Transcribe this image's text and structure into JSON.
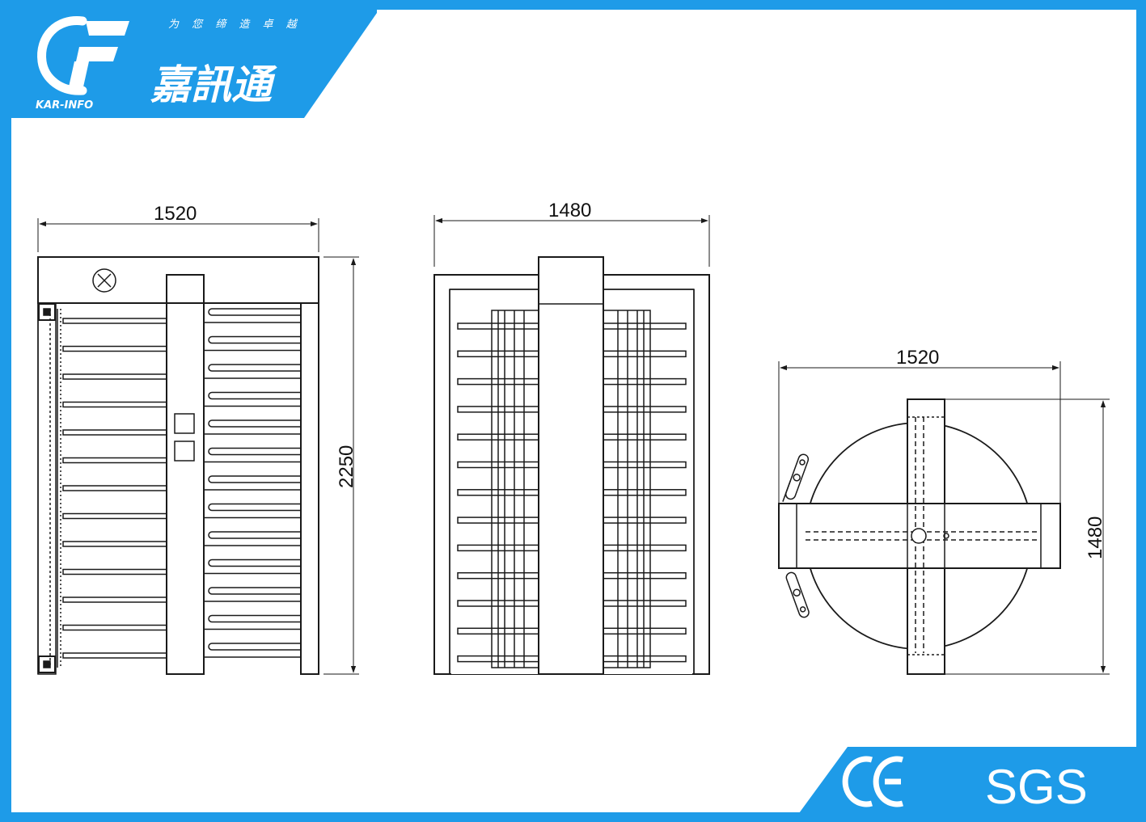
{
  "header": {
    "tagline": "为 您 缔 造 卓 越",
    "brand_cn": "嘉訊通",
    "brand_en": "KAR-INFO",
    "logo_icon": "cf-swirl-logo-icon"
  },
  "colors": {
    "brand_blue": "#1e9be8",
    "line": "#1a1a1a",
    "background": "#ffffff"
  },
  "views": {
    "front": {
      "width_dim": "1520",
      "height_dim": "2250"
    },
    "side": {
      "width_dim": "1480"
    },
    "top": {
      "width_dim": "1520",
      "depth_dim": "1480"
    }
  },
  "footer": {
    "ce_mark": "CE",
    "sgs_mark": "SGS"
  }
}
